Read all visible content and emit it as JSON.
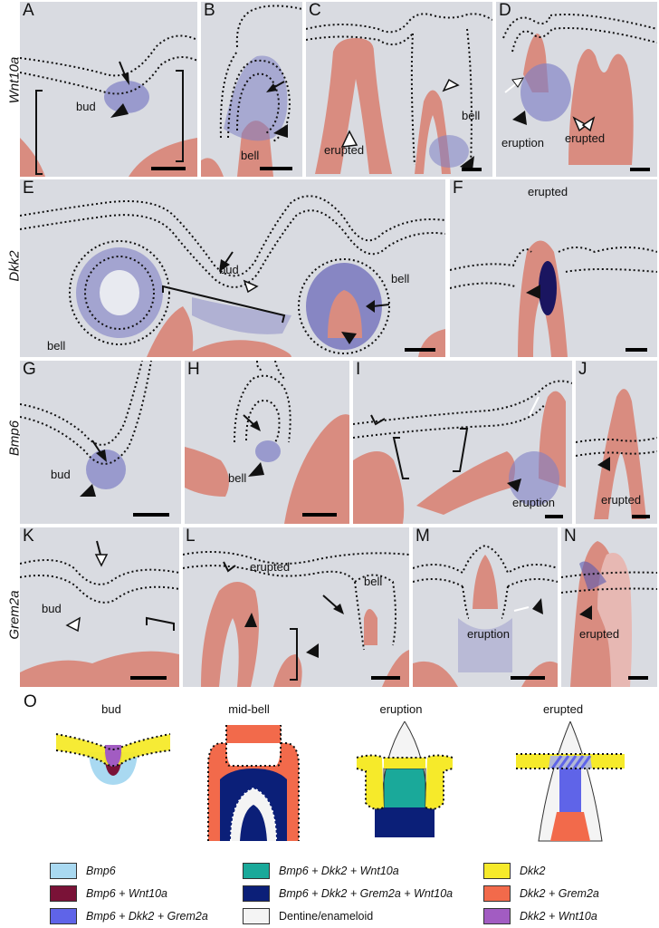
{
  "row_genes": [
    "Wnt10a",
    "Dkk2",
    "Bmp6",
    "Grem2a"
  ],
  "panel_letters": [
    "A",
    "B",
    "C",
    "D",
    "E",
    "F",
    "G",
    "H",
    "I",
    "J",
    "K",
    "L",
    "M",
    "N",
    "O"
  ],
  "labels": {
    "A_bud": "bud",
    "B_bell": "bell",
    "C_erupted": "erupted",
    "C_bell": "bell",
    "D_eruption": "eruption",
    "D_erupted": "erupted",
    "E_bud": "bud",
    "E_bell_left": "bell",
    "E_bell_right": "bell",
    "F_erupted": "erupted",
    "G_bud": "bud",
    "H_bell": "bell",
    "I_eruption": "eruption",
    "J_erupted": "erupted",
    "K_bud": "bud",
    "L_erupted": "erupted",
    "L_bell": "bell",
    "M_eruption": "eruption",
    "N_erupted": "erupted"
  },
  "schematic_titles": [
    "bud",
    "mid-bell",
    "eruption",
    "erupted"
  ],
  "colors": {
    "tissue_bg": "#d9dbe1",
    "bone": "#d98c80",
    "stain": "#7e7fc4",
    "bmp6": "#a9d9f1",
    "bmp6_wnt10a": "#7a1237",
    "bmp6_dkk2_grem2a": "#5f64e8",
    "bmp6_dkk2_wnt10a": "#1aa99a",
    "bmp6_dkk2_grem2a_wnt10a": "#0b1f78",
    "dentine": "#f4f4f4",
    "dkk2": "#f6ea2a",
    "dkk2_grem2a": "#f26a4b",
    "dkk2_wnt10a": "#a25cc2"
  },
  "legend": [
    {
      "label": "Bmp6",
      "color": "#a9d9f1"
    },
    {
      "label": "Bmp6 + Wnt10a",
      "color": "#7a1237"
    },
    {
      "label": "Bmp6 + Dkk2 + Grem2a",
      "color": "#5f64e8"
    },
    {
      "label": "Bmp6 + Dkk2 + Wnt10a",
      "color": "#1aa99a"
    },
    {
      "label": "Bmp6 + Dkk2 + Grem2a + Wnt10a",
      "color": "#0b1f78"
    },
    {
      "label": "Dentine/enameloid",
      "color": "#f4f4f4"
    },
    {
      "label": "Dkk2",
      "color": "#f6ea2a"
    },
    {
      "label": "Dkk2 + Grem2a",
      "color": "#f26a4b"
    },
    {
      "label": "Dkk2 + Wnt10a",
      "color": "#a25cc2"
    }
  ]
}
